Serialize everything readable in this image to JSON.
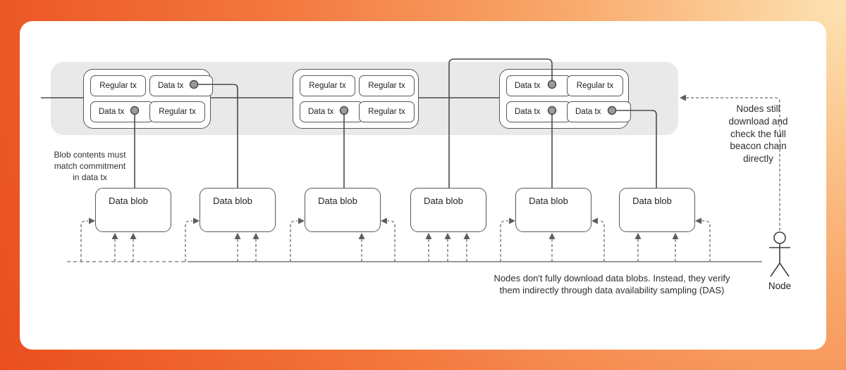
{
  "diagram_title": "Data availability sampling diagram",
  "blocks": [
    {
      "name": "block-1",
      "txs": [
        {
          "label": "Regular tx",
          "has_commitment_dot": false
        },
        {
          "label": "Data tx",
          "has_commitment_dot": true
        },
        {
          "label": "Data tx",
          "has_commitment_dot": true
        },
        {
          "label": "Regular tx",
          "has_commitment_dot": false
        }
      ]
    },
    {
      "name": "block-2",
      "txs": [
        {
          "label": "Regular tx",
          "has_commitment_dot": false
        },
        {
          "label": "Regular tx",
          "has_commitment_dot": false
        },
        {
          "label": "Data tx",
          "has_commitment_dot": true
        },
        {
          "label": "Regular tx",
          "has_commitment_dot": false
        }
      ]
    },
    {
      "name": "block-3",
      "txs": [
        {
          "label": "Data tx",
          "has_commitment_dot": true
        },
        {
          "label": "Regular tx",
          "has_commitment_dot": false
        },
        {
          "label": "Data tx",
          "has_commitment_dot": true
        },
        {
          "label": "Data tx",
          "has_commitment_dot": true
        }
      ]
    }
  ],
  "blobs": [
    {
      "label": "Data blob"
    },
    {
      "label": "Data blob"
    },
    {
      "label": "Data blob"
    },
    {
      "label": "Data blob"
    },
    {
      "label": "Data blob"
    },
    {
      "label": "Data blob"
    }
  ],
  "annotations": {
    "blob_note": {
      "lines": [
        "Blob contents must",
        "match commitment",
        "in data tx"
      ]
    },
    "beacon_note": {
      "lines": [
        "Nodes still",
        "download and",
        "check the full",
        "beacon chain",
        "directly"
      ]
    },
    "das_note": {
      "lines": [
        "Nodes don't fully download data blobs. Instead, they verify",
        "them indirectly through data availability sampling (DAS)"
      ]
    },
    "node_label": "Node"
  },
  "colors": {
    "band": "#e9e9e9",
    "solid_line": "#4a4a4a",
    "dashed_line": "#6e6e6e",
    "bus_line": "#9a9a9a",
    "dot_fill": "#9a9a9a",
    "background_dark": "#ea4e1f",
    "background_light": "#fde3b2"
  }
}
